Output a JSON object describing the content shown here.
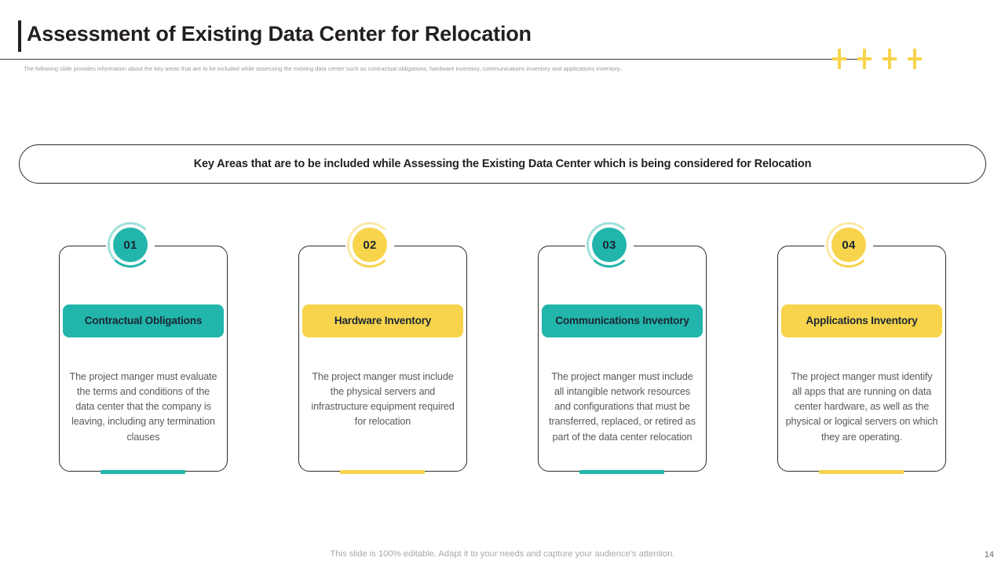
{
  "header": {
    "title": "Assessment of Existing Data Center for Relocation",
    "subtitle": "The following slide provides information about the key areas that are to be included while assessing the existing data center such as contractual obligations, hardware inventory, communications inventory and applications inventory..",
    "decor_plus_count": 4,
    "accent_color": "#f7d44c"
  },
  "banner": {
    "text": "Key Areas that are to be included while Assessing the Existing Data Center which is being considered for Relocation"
  },
  "theme": {
    "teal": "#22b5ab",
    "yellow": "#f7d44c",
    "teal_ring_light": "#9fe0da",
    "yellow_ring_light": "#fbe9a8",
    "dark": "#231f20",
    "body_text": "#59595b"
  },
  "cards": [
    {
      "number": "01",
      "title": "Contractual Obligations",
      "body": "The project manger must evaluate the terms and conditions of the data center that the company is leaving, including any termination clauses",
      "color": "#22b5ab",
      "ring_color": "#9fe0da",
      "bar_color": "#22b5ab"
    },
    {
      "number": "02",
      "title": "Hardware Inventory",
      "body": "The project manger must include the physical servers and infrastructure equipment required for relocation",
      "color": "#f7d44c",
      "ring_color": "#fbe9a8",
      "bar_color": "#f7d44c"
    },
    {
      "number": "03",
      "title": "Communications Inventory",
      "body": "The project manger must include all intangible network resources and configurations that must be transferred, replaced, or retired as part of the data center relocation",
      "color": "#22b5ab",
      "ring_color": "#9fe0da",
      "bar_color": "#22b5ab"
    },
    {
      "number": "04",
      "title": "Applications Inventory",
      "body": "The project manger must identify all apps that are running on data center hardware, as well as the physical or logical servers on which they are operating.",
      "color": "#f7d44c",
      "ring_color": "#fbe9a8",
      "bar_color": "#f7d44c"
    }
  ],
  "footer": {
    "note": "This slide is 100% editable. Adapt it to your needs and capture your audience's attention.",
    "page_number": "14"
  }
}
